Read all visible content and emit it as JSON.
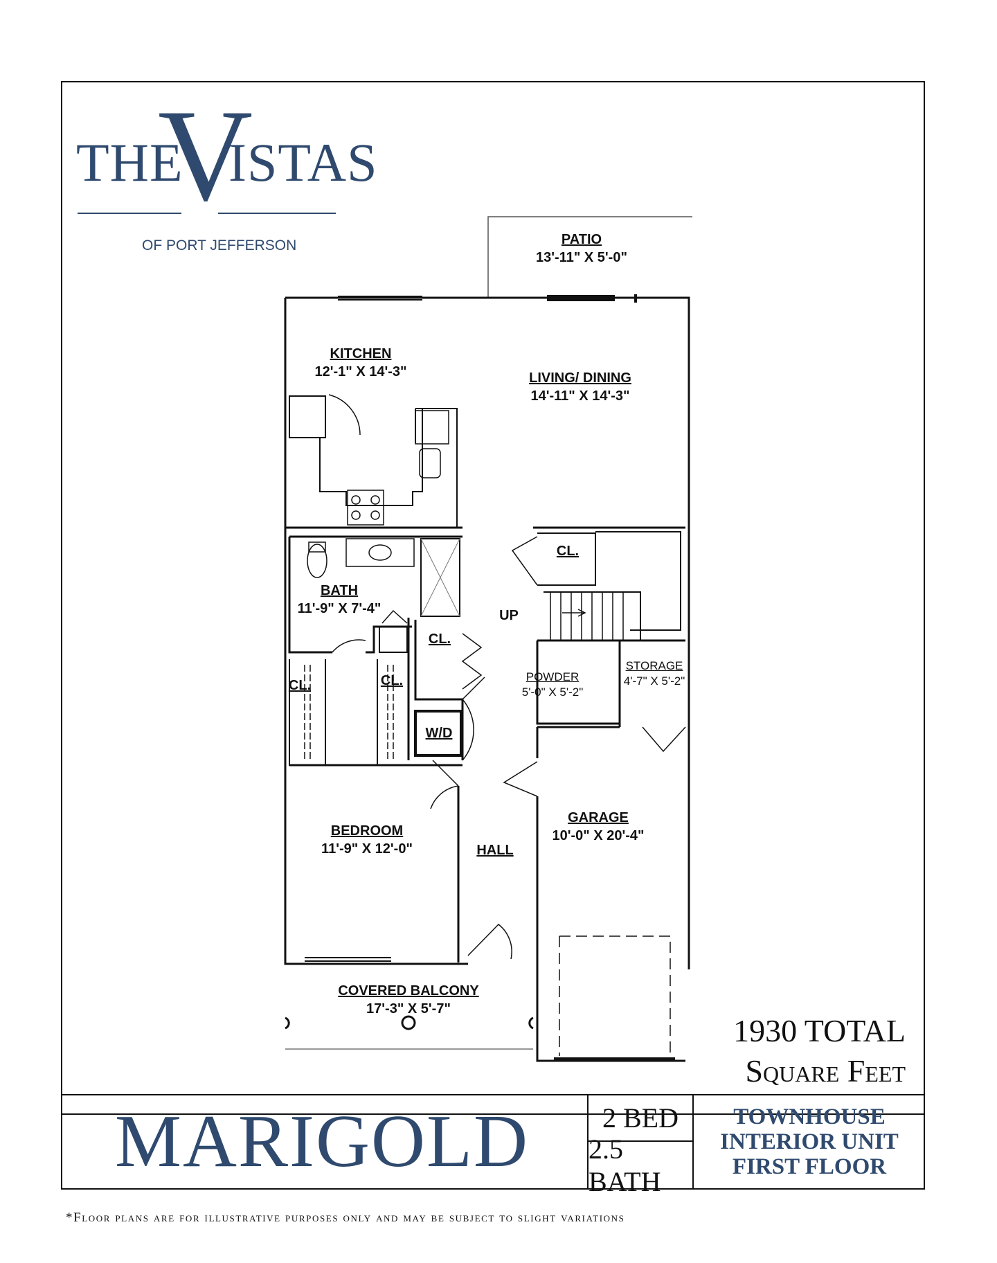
{
  "logo": {
    "the": "THE",
    "v": "V",
    "istas": "ISTAS",
    "subtitle": "OF PORT JEFFERSON"
  },
  "rooms": {
    "patio": {
      "name": "PATIO",
      "dims": "13'-11\" X 5'-0\""
    },
    "kitchen": {
      "name": "KITCHEN",
      "dims": "12'-1\" X 14'-3\""
    },
    "living": {
      "name": "LIVING/ DINING",
      "dims": "14'-11\" X 14'-3\""
    },
    "closet_stairs": {
      "name": "CL."
    },
    "bath": {
      "name": "BATH",
      "dims": "11'-9\" X 7'-4\""
    },
    "up": {
      "name": "UP"
    },
    "closet_hall": {
      "name": "CL."
    },
    "closet_left": {
      "name": "CL."
    },
    "closet_mid": {
      "name": "CL."
    },
    "powder": {
      "name": "POWDER",
      "dims": "5'-0\" X 5'-2\""
    },
    "storage": {
      "name": "STORAGE",
      "dims": "4'-7\" X 5'-2\""
    },
    "wd": {
      "name": "W/D"
    },
    "garage": {
      "name": "GARAGE",
      "dims": "10'-0\" X 20'-4\""
    },
    "bedroom": {
      "name": "BEDROOM",
      "dims": "11'-9\" X 12'-0\""
    },
    "hall": {
      "name": "HALL"
    },
    "balcony": {
      "name": "COVERED BALCONY",
      "dims": "17'-3\" X 5'-7\""
    }
  },
  "total": {
    "line1": "1930 TOTAL",
    "line2": "Square Feet"
  },
  "footer": {
    "model": "MARIGOLD",
    "bed": "2 BED",
    "bath": "2.5 BATH",
    "type_line1": "TOWNHOUSE",
    "type_line2": "INTERIOR UNIT",
    "type_line3": "FIRST FLOOR"
  },
  "disclaimer": "*Floor plans are for illustrative purposes only and may be subject to slight variations",
  "colors": {
    "brand_blue": "#2f4a6e",
    "line": "#111111"
  }
}
